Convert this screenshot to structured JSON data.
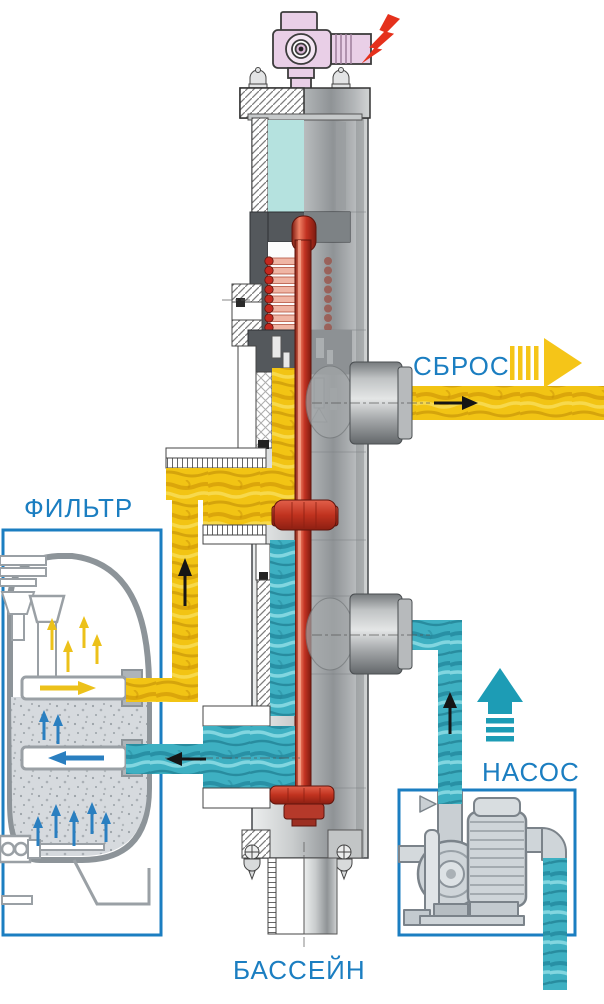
{
  "labels": {
    "waste": "СБРОС",
    "filter": "ФИЛЬТР",
    "pump": "НАСОС",
    "pool": "БАССЕЙН"
  },
  "colors": {
    "label_blue": "#1b7ec1",
    "box_border_blue": "#1b7ec1",
    "waste_water_yellow": "#f2c414",
    "clean_water_cyan": "#3eb0c2",
    "pump_arrow_teal": "#1d9cb5",
    "waste_arrow_yellow": "#f5c518",
    "solenoid_pink": "#e9cfe7",
    "lightning_red": "#e5311c",
    "valve_stem_red": "#c23222",
    "small_arrow_blue": "#2a7fc0",
    "metal_gray": "#b9bcbe"
  },
  "icons": {
    "electric": "lightning-bolt-icon",
    "waste_flow": "striped-arrow-right-icon",
    "pump_flow": "striped-arrow-up-icon"
  },
  "flow_arrows": [
    {
      "location": "waste-outlet-pipe",
      "direction": "right"
    },
    {
      "location": "filter-to-valve-pipe",
      "direction": "up"
    },
    {
      "location": "valve-to-filter-pipe",
      "direction": "left"
    },
    {
      "location": "pump-to-valve-pipe",
      "direction": "up"
    },
    {
      "location": "filter-top-collector",
      "direction": "right"
    },
    {
      "location": "filter-lower-distributor",
      "direction": "left"
    }
  ]
}
